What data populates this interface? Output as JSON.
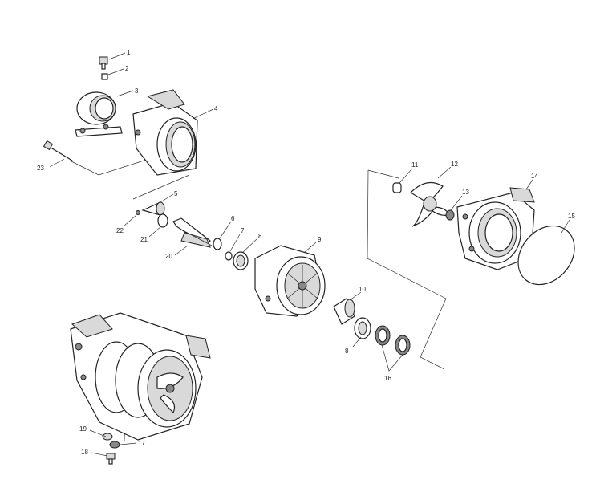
{
  "callouts": {
    "c1": "1",
    "c2": "2",
    "c3": "3",
    "c4": "4",
    "c5": "5",
    "c6": "6",
    "c7": "7",
    "c8a": "8",
    "c8b": "8",
    "c9": "9",
    "c10": "10",
    "c11": "11",
    "c12": "12",
    "c13": "13",
    "c14": "14",
    "c15": "15",
    "c16": "16",
    "c17": "17",
    "c18": "18",
    "c19": "19",
    "c20": "20",
    "c21": "21",
    "c22": "22",
    "c23": "23"
  }
}
